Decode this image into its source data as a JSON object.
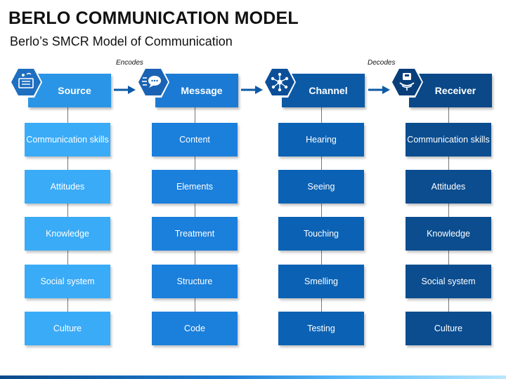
{
  "title": "BERLO COMMUNICATION MODEL",
  "subtitle": "Berlo’s SMCR Model of Communication",
  "connectors": {
    "encodes": "Encodes",
    "decodes": "Decodes"
  },
  "columns": [
    {
      "name": "Source",
      "icon": "people-chat-icon",
      "header_color": "#2a95e6",
      "box_color": "#3aabf7",
      "icon_color": "#1e6fc0",
      "items": [
        "Communication skills",
        "Attitudes",
        "Knowledge",
        "Social system",
        "Culture"
      ]
    },
    {
      "name": "Message",
      "icon": "speech-bubble-icon",
      "header_color": "#1b7bd4",
      "box_color": "#1b7fdc",
      "icon_color": "#1a63b4",
      "items": [
        "Content",
        "Elements",
        "Treatment",
        "Structure",
        "Code"
      ]
    },
    {
      "name": "Channel",
      "icon": "network-icon",
      "header_color": "#0c5aa6",
      "box_color": "#0b62b4",
      "icon_color": "#0c4f98",
      "items": [
        "Hearing",
        "Seeing",
        "Touching",
        "Smelling",
        "Testing"
      ]
    },
    {
      "name": "Receiver",
      "icon": "receiver-icon",
      "header_color": "#0a4888",
      "box_color": "#0b4d8f",
      "icon_color": "#083f7a",
      "items": [
        "Communication skills",
        "Attitudes",
        "Knowledge",
        "Social system",
        "Culture"
      ]
    }
  ]
}
